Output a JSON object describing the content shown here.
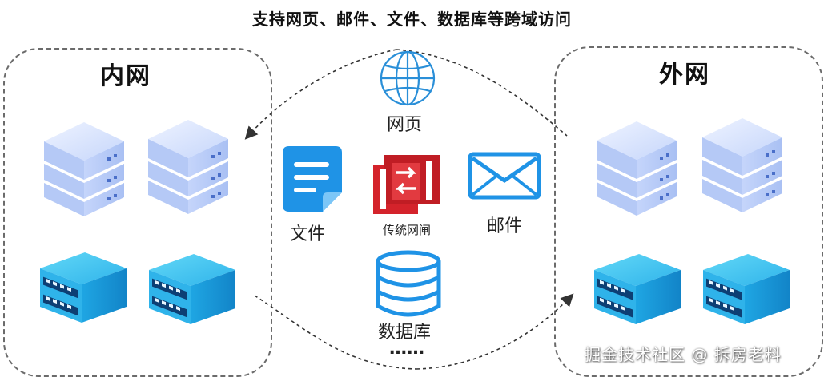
{
  "title": "支持网页、邮件、文件、数据库等跨域访问",
  "zones": {
    "internal": {
      "label": "内网"
    },
    "external": {
      "label": "外网"
    }
  },
  "items": {
    "web": {
      "label": "网页",
      "icon": "globe-icon"
    },
    "file": {
      "label": "文件",
      "icon": "document-icon"
    },
    "gateway": {
      "label": "传统网闸",
      "icon": "gateway-icon"
    },
    "mail": {
      "label": "邮件",
      "icon": "envelope-icon"
    },
    "database": {
      "label": "数据库",
      "icon": "database-icon"
    },
    "more": {
      "label": "……"
    }
  },
  "watermark": "掘金技术社区 @ 拆房老料",
  "colors": {
    "server_light": "#c9d9ff",
    "server_dark": "#1d9fe0",
    "gateway_red": "#d4232b",
    "icon_blue": "#1f93e6",
    "dash": "#6b6b6b"
  }
}
